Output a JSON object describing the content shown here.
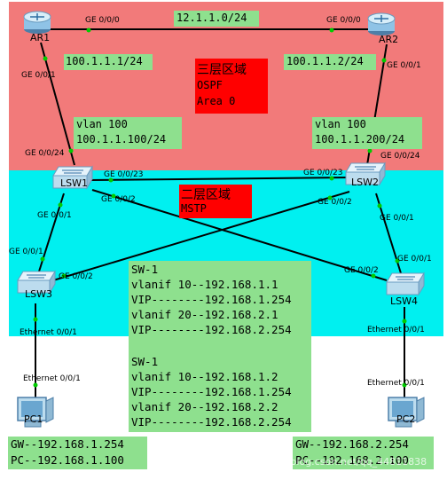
{
  "zones": {
    "l3_title": "三层区域",
    "l3_protocol": "OSPF",
    "l3_area": "Area 0",
    "l2_title": "二层区域",
    "l2_protocol": "MSTP"
  },
  "devices": {
    "ar1": "AR1",
    "ar2": "AR2",
    "lsw1": "LSW1",
    "lsw2": "LSW2",
    "lsw3": "LSW3",
    "lsw4": "LSW4",
    "pc1": "PC1",
    "pc2": "PC2"
  },
  "ports": {
    "ar1_ge000": "GE 0/0/0",
    "ar2_ge000": "GE 0/0/0",
    "ar1_ge001": "GE 0/0/1",
    "ar2_ge001": "GE 0/0/1",
    "lsw1_ge0024": "GE 0/0/24",
    "lsw2_ge0024": "GE 0/0/24",
    "lsw1_ge0023": "GE 0/0/23",
    "lsw2_ge0023": "GE 0/0/23",
    "lsw1_ge002": "GE 0/0/2",
    "lsw2_ge002": "GE 0/0/2",
    "lsw1_ge001": "GE 0/0/1",
    "lsw2_ge001": "GE 0/0/1",
    "lsw3_ge001": "GE 0/0/1",
    "lsw4_ge001": "GE 0/0/1",
    "lsw3_ge002": "GE 0/0/2",
    "lsw4_ge002": "GE 0/0/2",
    "lsw3_eth001": "Ethernet 0/0/1",
    "lsw4_eth001": "Ethernet 0/0/1",
    "pc1_eth001": "Ethernet 0/0/1",
    "pc2_eth001": "Ethernet 0/0/1"
  },
  "subnets": {
    "ar_link": "12.1.1.0/24",
    "ar1_ip": "100.1.1.1/24",
    "ar2_ip": "100.1.1.2/24",
    "lsw1_vlan": "vlan 100",
    "lsw1_ip": "100.1.1.100/24",
    "lsw2_vlan": "vlan 100",
    "lsw2_ip": "100.1.1.200/24"
  },
  "config": {
    "sw_a_title": "SW-1",
    "sw_a_l1": "vlanif 10--192.168.1.1",
    "sw_a_l2": "VIP--------192.168.1.254",
    "sw_a_l3": "vlanif 20--192.168.2.1",
    "sw_a_l4": "VIP--------192.168.2.254",
    "sw_b_title": "SW-1",
    "sw_b_l1": "vlanif 10--192.168.1.2",
    "sw_b_l2": "VIP--------192.168.1.254",
    "sw_b_l3": "vlanif 20--192.168.2.2",
    "sw_b_l4": "VIP--------192.168.2.254"
  },
  "pcs": {
    "pc1_gw": "GW--192.168.1.254",
    "pc1_ip": "PC--192.168.1.100",
    "pc2_gw": "GW--192.168.2.254",
    "pc2_ip": "PC--192.168.2.100"
  },
  "watermark": "https://blog.csdn.net/qq_44811838",
  "colors": {
    "layer3_zone": "#f27a7a",
    "layer2_zone": "#00f0f0",
    "label_box": "#8ee08e",
    "zone_title_box": "#ff0000",
    "link": "#000000",
    "port_dot": "#00cc00"
  }
}
